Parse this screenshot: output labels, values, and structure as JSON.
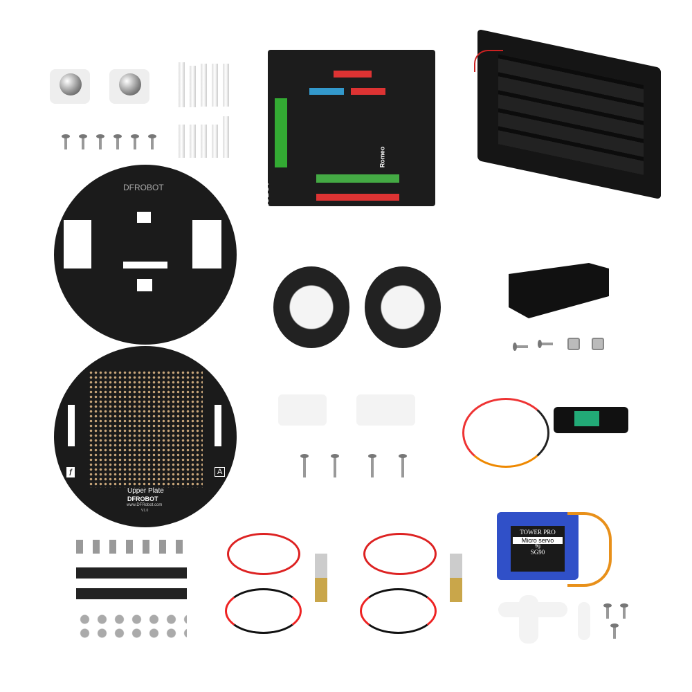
{
  "board": {
    "brand": "DFROBOT",
    "model": "Romeo"
  },
  "upper_plate": {
    "title": "Upper Plate",
    "brand": "DFROBOT",
    "url": "www.DFRobot.com",
    "version": "V1.0",
    "left_mark": "f",
    "right_mark": "A"
  },
  "lower_plate": {
    "brand": "DFROBOT"
  },
  "servo": {
    "brand": "TOWER PRO",
    "line": "Micro servo",
    "weight": "9g",
    "model": "SG90"
  }
}
